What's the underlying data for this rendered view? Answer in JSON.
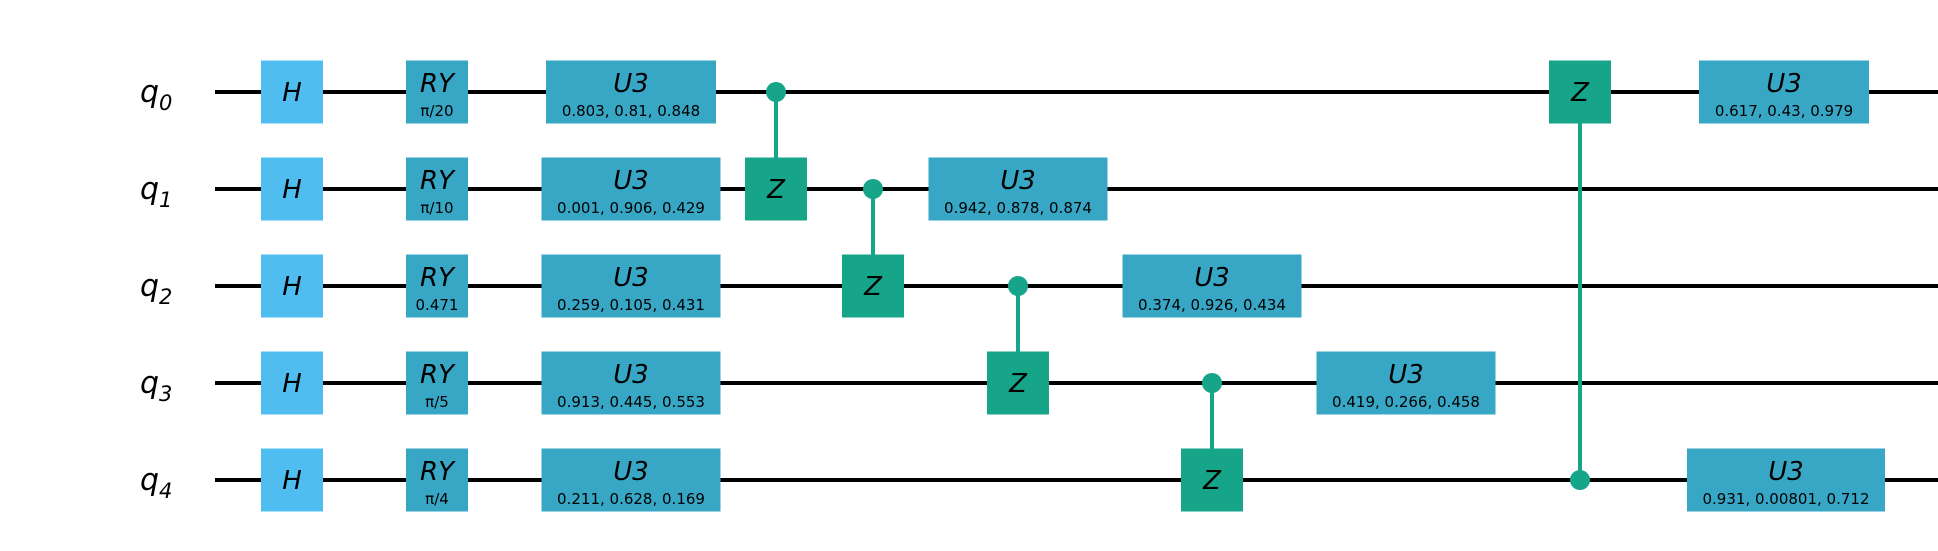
{
  "qubits": [
    {
      "name": "q",
      "index": "0"
    },
    {
      "name": "q",
      "index": "1"
    },
    {
      "name": "q",
      "index": "2"
    },
    {
      "name": "q",
      "index": "3"
    },
    {
      "name": "q",
      "index": "4"
    }
  ],
  "colors": {
    "wire": "#000000",
    "h_gate": "#4fbdf0",
    "rotation_gate": "#38a7c6",
    "cz_gate": "#17a589"
  },
  "gates": [
    {
      "type": "H",
      "qubit": 0,
      "label": "H"
    },
    {
      "type": "H",
      "qubit": 1,
      "label": "H"
    },
    {
      "type": "H",
      "qubit": 2,
      "label": "H"
    },
    {
      "type": "H",
      "qubit": 3,
      "label": "H"
    },
    {
      "type": "H",
      "qubit": 4,
      "label": "H"
    },
    {
      "type": "RY",
      "qubit": 0,
      "label": "RY",
      "param": "π/20"
    },
    {
      "type": "RY",
      "qubit": 1,
      "label": "RY",
      "param": "π/10"
    },
    {
      "type": "RY",
      "qubit": 2,
      "label": "RY",
      "param": "0.471"
    },
    {
      "type": "RY",
      "qubit": 3,
      "label": "RY",
      "param": "π/5"
    },
    {
      "type": "RY",
      "qubit": 4,
      "label": "RY",
      "param": "π/4"
    },
    {
      "type": "U3",
      "qubit": 0,
      "label": "U3",
      "param": "0.803, 0.81, 0.848"
    },
    {
      "type": "U3",
      "qubit": 1,
      "label": "U3",
      "param": "0.001, 0.906, 0.429"
    },
    {
      "type": "U3",
      "qubit": 2,
      "label": "U3",
      "param": "0.259, 0.105, 0.431"
    },
    {
      "type": "U3",
      "qubit": 3,
      "label": "U3",
      "param": "0.913, 0.445, 0.553"
    },
    {
      "type": "U3",
      "qubit": 4,
      "label": "U3",
      "param": "0.211, 0.628, 0.169"
    },
    {
      "type": "CZ",
      "control": 0,
      "target": 1,
      "label": "Z"
    },
    {
      "type": "CZ",
      "control": 1,
      "target": 2,
      "label": "Z"
    },
    {
      "type": "U3",
      "qubit": 1,
      "label": "U3",
      "param": "0.942, 0.878, 0.874"
    },
    {
      "type": "CZ",
      "control": 2,
      "target": 3,
      "label": "Z"
    },
    {
      "type": "U3",
      "qubit": 2,
      "label": "U3",
      "param": "0.374, 0.926, 0.434"
    },
    {
      "type": "CZ",
      "control": 3,
      "target": 4,
      "label": "Z"
    },
    {
      "type": "U3",
      "qubit": 3,
      "label": "U3",
      "param": "0.419, 0.266, 0.458"
    },
    {
      "type": "CZ",
      "control": 4,
      "target": 0,
      "label": "Z"
    },
    {
      "type": "U3",
      "qubit": 0,
      "label": "U3",
      "param": "0.617, 0.43, 0.979"
    },
    {
      "type": "U3",
      "qubit": 4,
      "label": "U3",
      "param": "0.931, 0.00801, 0.712"
    }
  ]
}
